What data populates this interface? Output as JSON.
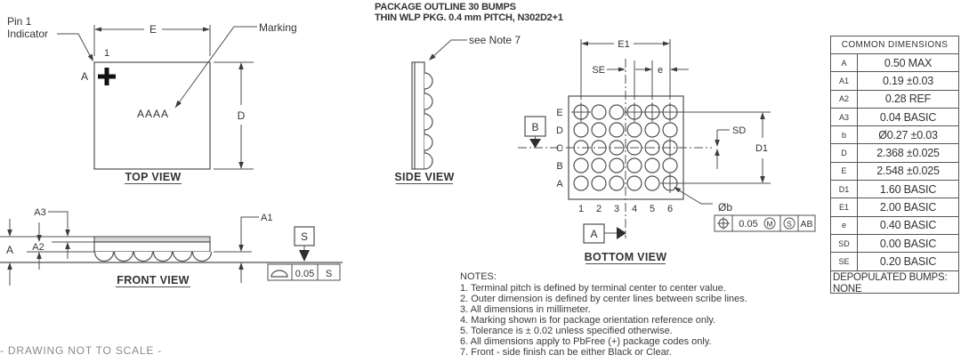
{
  "title": {
    "line1": "PACKAGE OUTLINE 30 BUMPS",
    "line2": "THIN WLP PKG. 0.4 mm PITCH, N302D2+1"
  },
  "top_view": {
    "label": "TOP VIEW",
    "pin1_line1": "Pin 1",
    "pin1_line2": "Indicator",
    "pin1_number": "1",
    "row_letter": "A",
    "marking_label": "Marking",
    "marking_text": "AAAA",
    "dim_e": "E",
    "dim_d": "D"
  },
  "side_view": {
    "label": "SIDE VIEW",
    "note_ref": "see Note 7"
  },
  "bottom_view": {
    "label": "BOTTOM VIEW",
    "dim_e1": "E1",
    "dim_se": "SE",
    "dim_e": "e",
    "dim_sd": "SD",
    "dim_d1": "D1",
    "dim_ob": "Øb",
    "datum_a": "A",
    "datum_b": "B",
    "row_labels": [
      "E",
      "D",
      "C",
      "B",
      "A"
    ],
    "col_labels": [
      "1",
      "2",
      "3",
      "4",
      "5",
      "6"
    ],
    "fcf": {
      "tol": "0.05",
      "mod1": "M",
      "mod2": "S",
      "datums": "AB"
    }
  },
  "front_view": {
    "label": "FRONT VIEW",
    "dim_a": "A",
    "dim_a1": "A1",
    "dim_a2": "A2",
    "dim_a3": "A3",
    "datum_s": "S",
    "fcf": {
      "tol": "0.05",
      "datum": "S"
    }
  },
  "table": {
    "header": "COMMON DIMENSIONS",
    "rows": [
      {
        "name": "A",
        "value": "0.50 MAX"
      },
      {
        "name": "A1",
        "value": "0.19 ±0.03"
      },
      {
        "name": "A2",
        "value": "0.28 REF"
      },
      {
        "name": "A3",
        "value": "0.04 BASIC"
      },
      {
        "name": "b",
        "value": "Ø0.27 ±0.03"
      },
      {
        "name": "D",
        "value": "2.368 ±0.025"
      },
      {
        "name": "E",
        "value": "2.548 ±0.025"
      },
      {
        "name": "D1",
        "value": "1.60 BASIC"
      },
      {
        "name": "E1",
        "value": "2.00 BASIC"
      },
      {
        "name": "e",
        "value": "0.40 BASIC"
      },
      {
        "name": "SD",
        "value": "0.00 BASIC"
      },
      {
        "name": "SE",
        "value": "0.20 BASIC"
      }
    ],
    "footer_label": "DEPOPULATED BUMPS:",
    "footer_value": "NONE"
  },
  "notes": {
    "heading": "NOTES:",
    "items": [
      "1. Terminal pitch is defined by terminal center to center value.",
      "2. Outer dimension is defined by center lines between scribe lines.",
      "3. All dimensions in millimeter.",
      "4. Marking shown is for package orientation reference only.",
      "5. Tolerance is ± 0.02 unless specified otherwise.",
      "6. All dimensions apply to PbFree (+) package codes only.",
      "7. Front - side finish can be either Black or Clear."
    ]
  },
  "footer": {
    "not_to_scale": "- DRAWING NOT TO SCALE -"
  },
  "colors": {
    "line": "#4f4f4f",
    "text": "#333333",
    "muted": "#8a8a8a"
  }
}
